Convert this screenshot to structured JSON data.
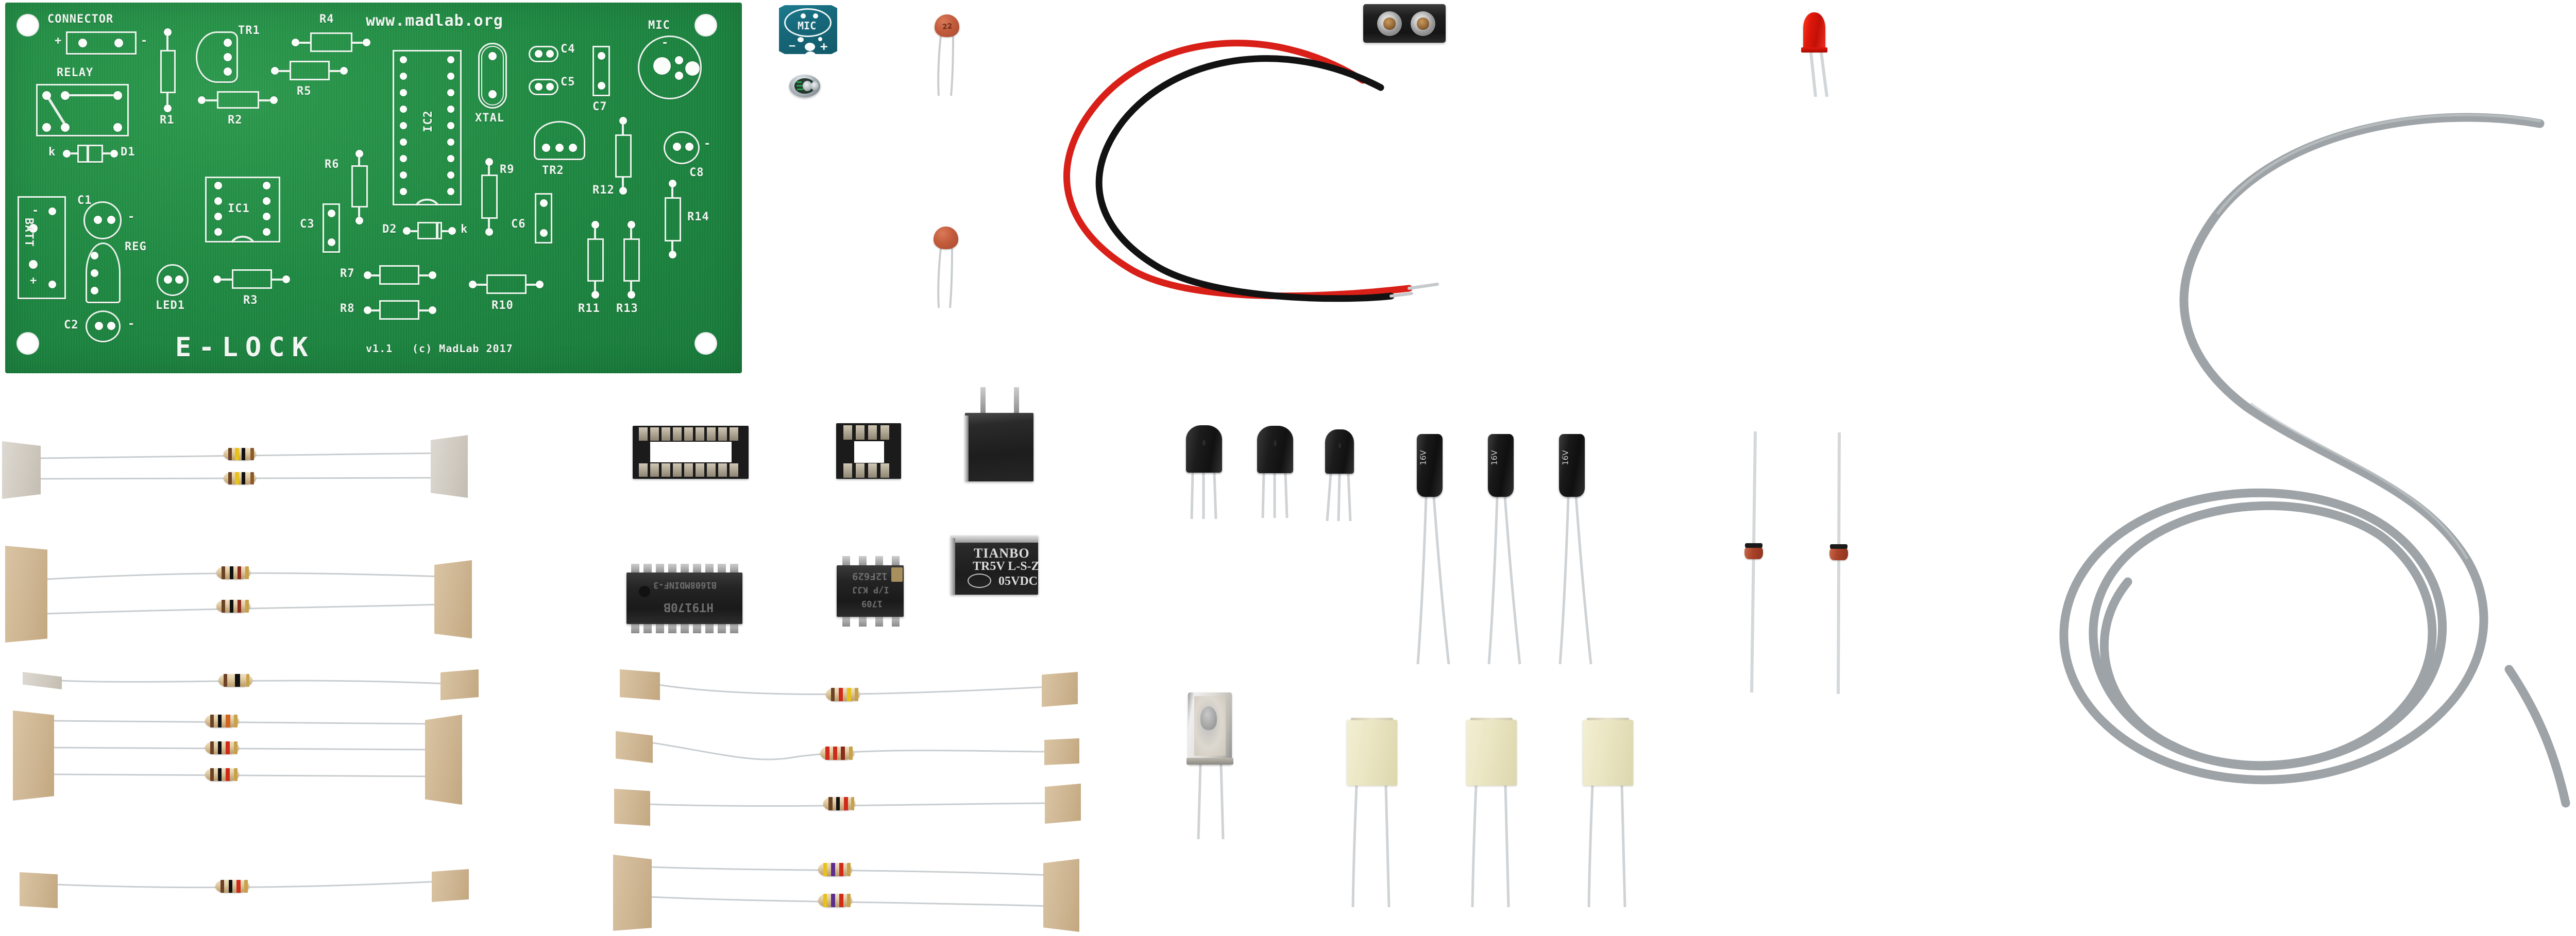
{
  "scene": {
    "title": "E-LOCK electronics kit contents",
    "background_color": "#ffffff",
    "description": "Flat-lay product photo of all parts supplied in the MadLab E-LOCK kit"
  },
  "pcb": {
    "name": "E-LOCK printed circuit board",
    "solder_mask_color": "#1f8a42",
    "silkscreen_color": "#f2f6f2",
    "title": "E-LOCK",
    "version": "v1.1",
    "copyright": "(c) MadLab 2017",
    "website": "www.madlab.org",
    "labels": {
      "connector": "CONNECTOR",
      "connector_plus": "+",
      "connector_minus": "-",
      "relay": "RELAY",
      "d1": "D1",
      "d1_k": "k",
      "d2": "D2",
      "d2_k": "k",
      "batt": "BATT",
      "batt_minus": "-",
      "batt_plus": "+",
      "c1": "C1",
      "c1_minus": "-",
      "c2": "C2",
      "c2_minus": "-",
      "c3": "C3",
      "c4": "C4",
      "c5": "C5",
      "c6": "C6",
      "c7": "C7",
      "c8": "C8",
      "c8_minus": "-",
      "reg": "REG",
      "led1": "LED1",
      "ic1": "IC1",
      "ic2": "IC2",
      "xtal": "XTAL",
      "mic": "MIC",
      "mic_minus": "-",
      "tr1": "TR1",
      "tr2": "TR2",
      "r1": "R1",
      "r2": "R2",
      "r3": "R3",
      "r4": "R4",
      "r5": "R5",
      "r6": "R6",
      "r7": "R7",
      "r8": "R8",
      "r9": "R9",
      "r10": "R10",
      "r11": "R11",
      "r12": "R12",
      "r13": "R13",
      "r14": "R14"
    }
  },
  "mic_board": {
    "name": "microphone breakout board",
    "color": "#16687a",
    "label": "MIC",
    "minus": "−",
    "plus": "+"
  },
  "mic_capsule": {
    "name": "electret microphone capsule"
  },
  "ceramic_caps": {
    "name": "ceramic disc capacitors",
    "marking": "22",
    "count": 2,
    "color": "#c35c3c"
  },
  "battery_clip": {
    "name": "9V battery snap connector",
    "red_wire": "red lead",
    "black_wire": "black lead",
    "wire_colors": {
      "positive": "#d81f18",
      "negative": "#121212"
    }
  },
  "led": {
    "name": "5 mm red LED",
    "color": "#e0170a",
    "count": 1
  },
  "cable": {
    "name": "coiled grey cable",
    "color": "#9ea3a7"
  },
  "ic_sockets": [
    {
      "name": "18-pin DIP socket",
      "pins": 18
    },
    {
      "name": "8-pin DIP socket",
      "pins": 8
    }
  ],
  "ics": [
    {
      "name": "DTMF decoder IC",
      "marking_line1": "HT9170B",
      "marking_line2": "B1608MDINF-3",
      "pins": 18
    },
    {
      "name": "microcontroller IC",
      "marking_line1": "12F629",
      "marking_line2": "I/P  KJJ",
      "marking_line3": "1709",
      "pins": 8
    }
  ],
  "relay": {
    "name": "5 V PCB relay",
    "brand": "TIANBO",
    "part": "TR5V L-S-Z",
    "rating": "05VDC"
  },
  "transistors": {
    "name": "TO-92 transistors",
    "count": 3
  },
  "electrolytic_caps": {
    "name": "radial electrolytic capacitors",
    "marking": "16V",
    "count": 3
  },
  "crystal": {
    "name": "quartz crystal (HC-49 can)",
    "count": 1
  },
  "film_caps": {
    "name": "polyester film capacitors",
    "count": 3,
    "color": "#eae5c2"
  },
  "diodes": {
    "name": "small-signal diodes",
    "count": 2,
    "body_color": "#a94228"
  },
  "resistors": {
    "name": "carbon film resistors on tape strips",
    "left_column_strips": [
      2,
      2,
      1,
      3,
      1
    ],
    "middle_column_strips": [
      1,
      1,
      1,
      2
    ],
    "total": 14,
    "band_palettes": [
      [
        "#6b4226",
        "#e8c21a",
        "#111111",
        "#8a5a2b"
      ],
      [
        "#6b4226",
        "#111111",
        "#8a2a1c",
        "#c8a24a"
      ],
      [
        "#111111",
        "#8a2a1c",
        "#c8a24a",
        "#6b4226"
      ],
      [
        "#6b4226",
        "#111111",
        "#d4631f",
        "#c8a24a"
      ],
      [
        "#6b4226",
        "#111111",
        "#cf2a1a",
        "#c8a24a"
      ],
      [
        "#6b4226",
        "#cf2a1a",
        "#e8c21a",
        "#c8a24a"
      ],
      [
        "#cf2a1a",
        "#cf2a1a",
        "#8a2a1c",
        "#c8a24a"
      ],
      [
        "#6b4226",
        "#111111",
        "#cf2a1a",
        "#c8a24a"
      ],
      [
        "#e8c21a",
        "#5b2d8e",
        "#cf2a1a",
        "#c8a24a"
      ]
    ]
  }
}
